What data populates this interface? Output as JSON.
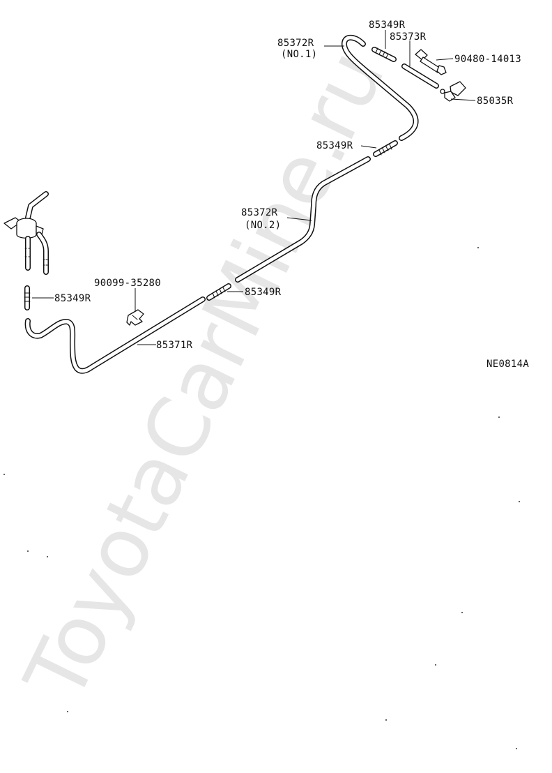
{
  "diagram": {
    "watermark": "ToyotaCarMine.ru",
    "code": "NE0814A",
    "labels": {
      "hose_no1_part": "85372R",
      "hose_no1_note": "(NO.1)",
      "clamp_top": "85349R",
      "hose_small": "85373R",
      "fitting": "90480-14013",
      "valve": "85035R",
      "clamp_upper_mid": "85349R",
      "hose_no2_part": "85372R",
      "hose_no2_note": "(NO.2)",
      "clip": "90099-35280",
      "clamp_lower_mid": "85349R",
      "clamp_left": "85349R",
      "hose_lower": "85371R"
    }
  }
}
